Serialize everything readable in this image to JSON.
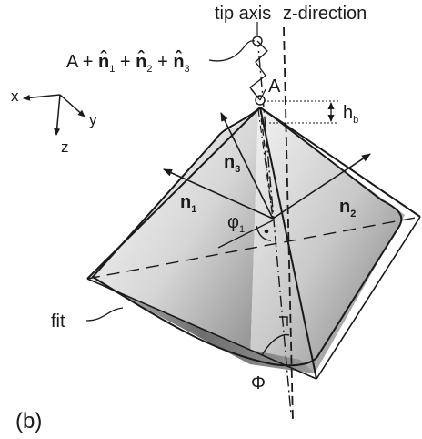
{
  "labels": {
    "tip_axis": "tip axis",
    "z_direction": "z-direction",
    "point_A": "A",
    "sum_prefix": "A + ",
    "n_hat": "n̂",
    "plus": " + ",
    "sub1": "1",
    "sub2": "2",
    "sub3": "3",
    "hb_main": "h",
    "hb_sub": "b",
    "n": "n",
    "phi1_main": "φ",
    "phi1_sub": "1",
    "Phi": "Φ",
    "fit": "fit",
    "panel": "(b)",
    "axis_x": "x",
    "axis_y": "y",
    "axis_z": "z"
  },
  "colors": {
    "ink": "#1a1a1a",
    "face_light": "#f2f2f2",
    "face_dark": "#8a8a8a"
  }
}
